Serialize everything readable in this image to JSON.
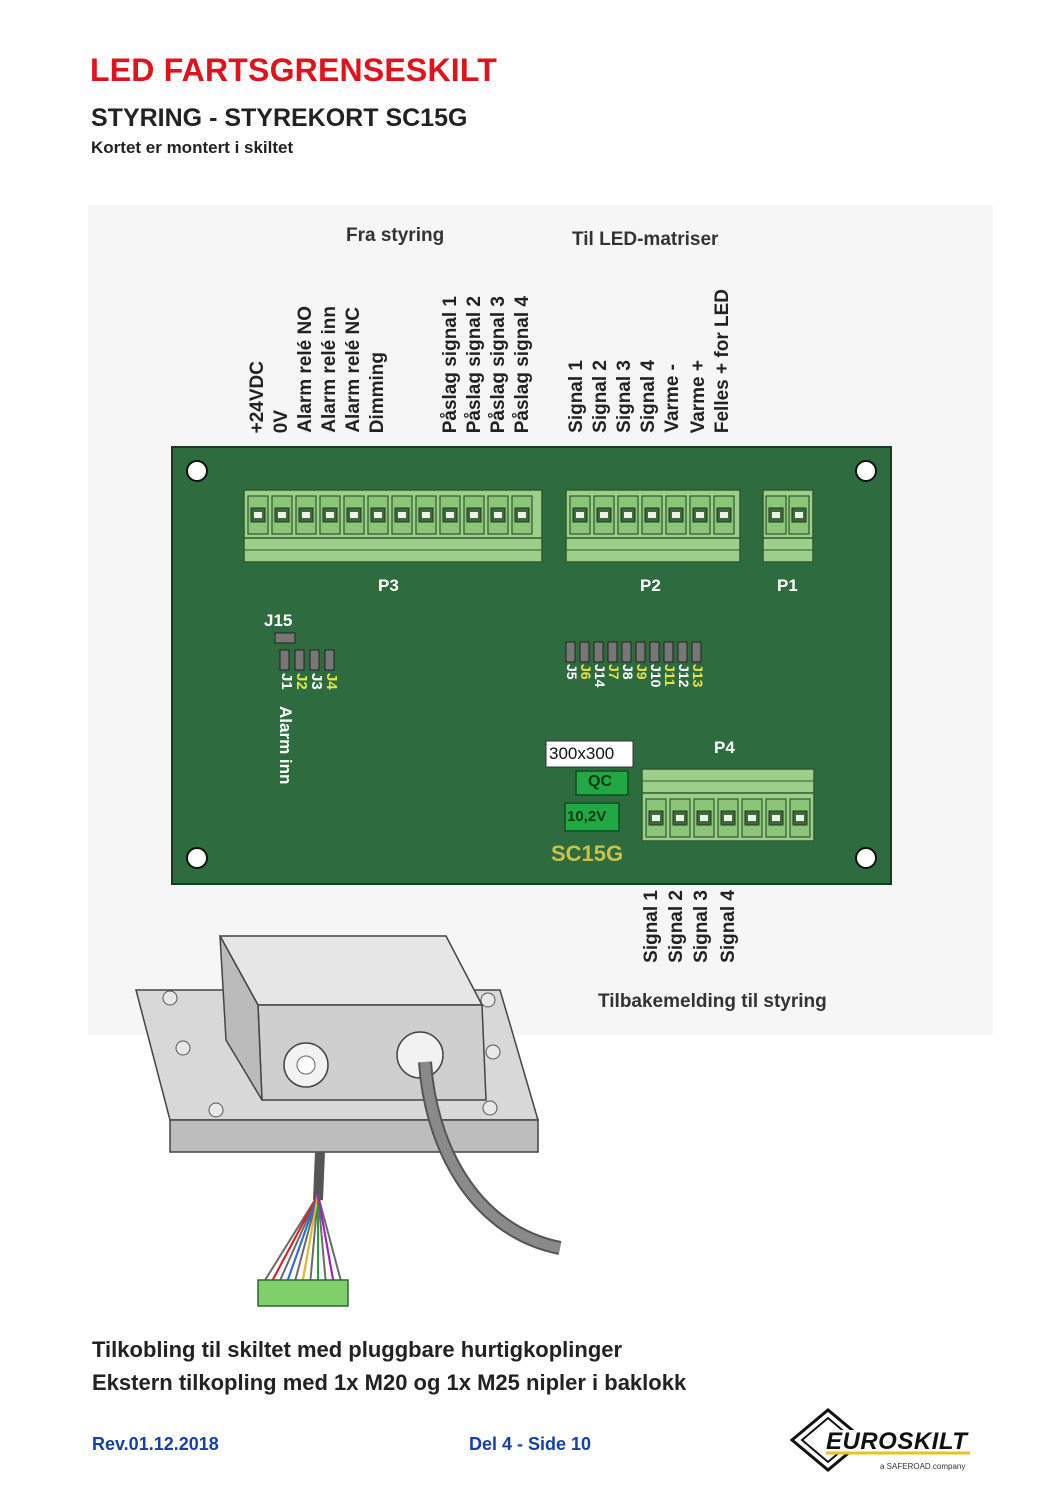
{
  "header": {
    "title": "LED FARTSGRENSESKILT",
    "subtitle": "STYRING - STYREKORT SC15G",
    "note": "Kortet er montert i skiltet"
  },
  "diagram": {
    "group_from": "Fra styring",
    "group_to": "Til LED-matriser",
    "p3_labels": [
      "+24VDC",
      "0V",
      "Alarm relé NO",
      "Alarm relé inn",
      "Alarm relé NC",
      "Dimming",
      "Påslag signal 1",
      "Påslag signal 2",
      "Påslag signal 3",
      "Påslag signal 4"
    ],
    "p2_labels": [
      "Signal 1",
      "Signal 2",
      "Signal 3",
      "Signal 4",
      "Varme -",
      "Varme +",
      "Felles + for LED"
    ],
    "p4_labels": [
      "Signal 1",
      "Signal 2",
      "Signal 3",
      "Signal 4"
    ],
    "feedback_label": "Tilbakemelding til styring",
    "board": {
      "connectors": {
        "p3": "P3",
        "p2": "P2",
        "p1": "P1",
        "p4": "P4"
      },
      "jumper_j15": "J15",
      "jumpers_left": [
        "J1",
        "J2",
        "J3",
        "J4"
      ],
      "alarm_label": "Alarm inn",
      "jumpers_mid": [
        "J5",
        "J6",
        "J14",
        "J7",
        "J8",
        "J9",
        "J10",
        "J11",
        "J12",
        "J13"
      ],
      "size_label": "300x300",
      "qc_label": "QC",
      "voltage_label": "10,2V",
      "model": "SC15G"
    }
  },
  "body": {
    "line1": "Tilkobling til skiltet med pluggbare hurtigkoplinger",
    "line2": "Ekstern tilkopling med 1x M20 og 1x M25 nipler i baklokk"
  },
  "footer": {
    "revision": "Rev.01.12.2018",
    "page": "Del 4 - Side 10",
    "logo_text": "EUROSKILT",
    "logo_sub": "a SAFEROAD company"
  },
  "colors": {
    "title_red": "#e0121b",
    "board_green": "#2e6b3e",
    "connector_green": "#9ccf8a",
    "footer_blue": "#1540a8",
    "jumper_yellow": "#e6e24a"
  }
}
